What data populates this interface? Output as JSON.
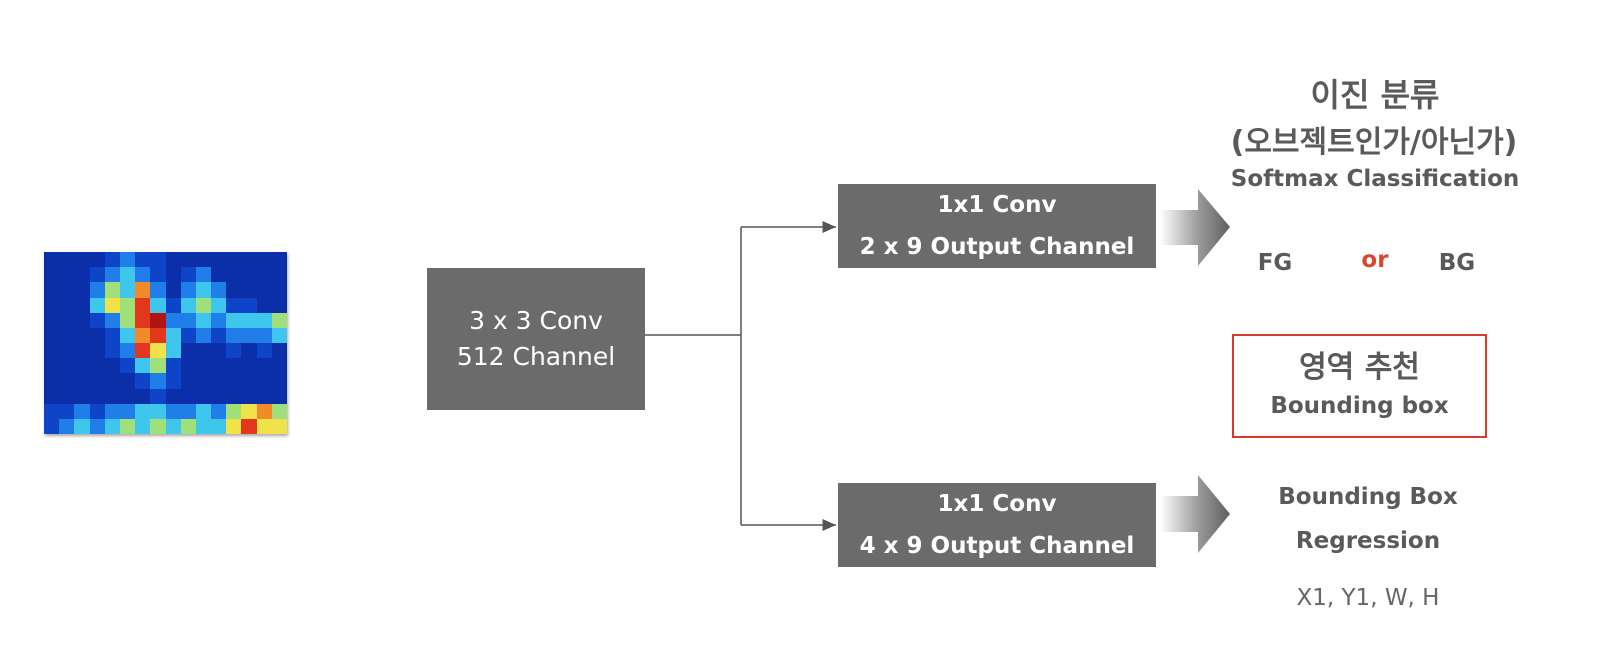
{
  "heatmap": {
    "palette": [
      "#0a2fa8",
      "#0e45c8",
      "#1f7ee8",
      "#3fc6ec",
      "#9fe07a",
      "#f2e24a",
      "#f08a2a",
      "#e2361d",
      "#b01515"
    ],
    "grid": [
      [
        0,
        0,
        0,
        0,
        1,
        2,
        1,
        1,
        0,
        0,
        0,
        0,
        0,
        0,
        0,
        0
      ],
      [
        0,
        0,
        0,
        1,
        2,
        3,
        2,
        1,
        0,
        1,
        2,
        0,
        0,
        0,
        0,
        0
      ],
      [
        0,
        0,
        0,
        2,
        4,
        3,
        6,
        2,
        0,
        2,
        3,
        2,
        0,
        0,
        0,
        0
      ],
      [
        0,
        0,
        0,
        3,
        5,
        4,
        7,
        3,
        1,
        3,
        4,
        3,
        1,
        1,
        0,
        0
      ],
      [
        0,
        0,
        0,
        1,
        2,
        4,
        7,
        8,
        2,
        2,
        3,
        2,
        3,
        3,
        3,
        4
      ],
      [
        0,
        0,
        0,
        0,
        1,
        3,
        6,
        7,
        3,
        1,
        2,
        1,
        2,
        2,
        2,
        3
      ],
      [
        0,
        0,
        0,
        0,
        1,
        2,
        7,
        5,
        3,
        0,
        0,
        0,
        1,
        0,
        1,
        0
      ],
      [
        0,
        0,
        0,
        0,
        0,
        1,
        3,
        4,
        1,
        0,
        0,
        0,
        0,
        0,
        0,
        0
      ],
      [
        0,
        0,
        0,
        0,
        0,
        0,
        1,
        2,
        1,
        0,
        0,
        0,
        0,
        0,
        0,
        0
      ],
      [
        0,
        0,
        0,
        0,
        0,
        0,
        0,
        1,
        0,
        0,
        0,
        0,
        0,
        0,
        0,
        0
      ],
      [
        1,
        1,
        2,
        1,
        2,
        2,
        3,
        3,
        2,
        2,
        3,
        2,
        4,
        5,
        6,
        4
      ],
      [
        1,
        2,
        3,
        2,
        3,
        4,
        3,
        4,
        3,
        4,
        3,
        3,
        5,
        7,
        5,
        5
      ]
    ]
  },
  "boxes": {
    "main": [
      "3 x 3 Conv",
      "512 Channel"
    ],
    "cls": [
      "1x1 Conv",
      "2 x 9 Output Channel"
    ],
    "reg": [
      "1x1 Conv",
      "4 x 9 Output Channel"
    ]
  },
  "classification": {
    "title": "이진 분류",
    "subtitle": "(오브젝트인가/아닌가)",
    "method": "Softmax Classification",
    "fg": "FG",
    "or": "or",
    "bg": "BG"
  },
  "proposal": {
    "title": "영역 추천",
    "subtitle": "Bounding box"
  },
  "regression": {
    "line1": "Bounding Box",
    "line2": "Regression",
    "outputs": "X1, Y1, W, H"
  },
  "colors": {
    "box": "#6b6b6b",
    "text": "#5a5a5a",
    "accent": "#d63b2a",
    "connector": "#555555"
  }
}
